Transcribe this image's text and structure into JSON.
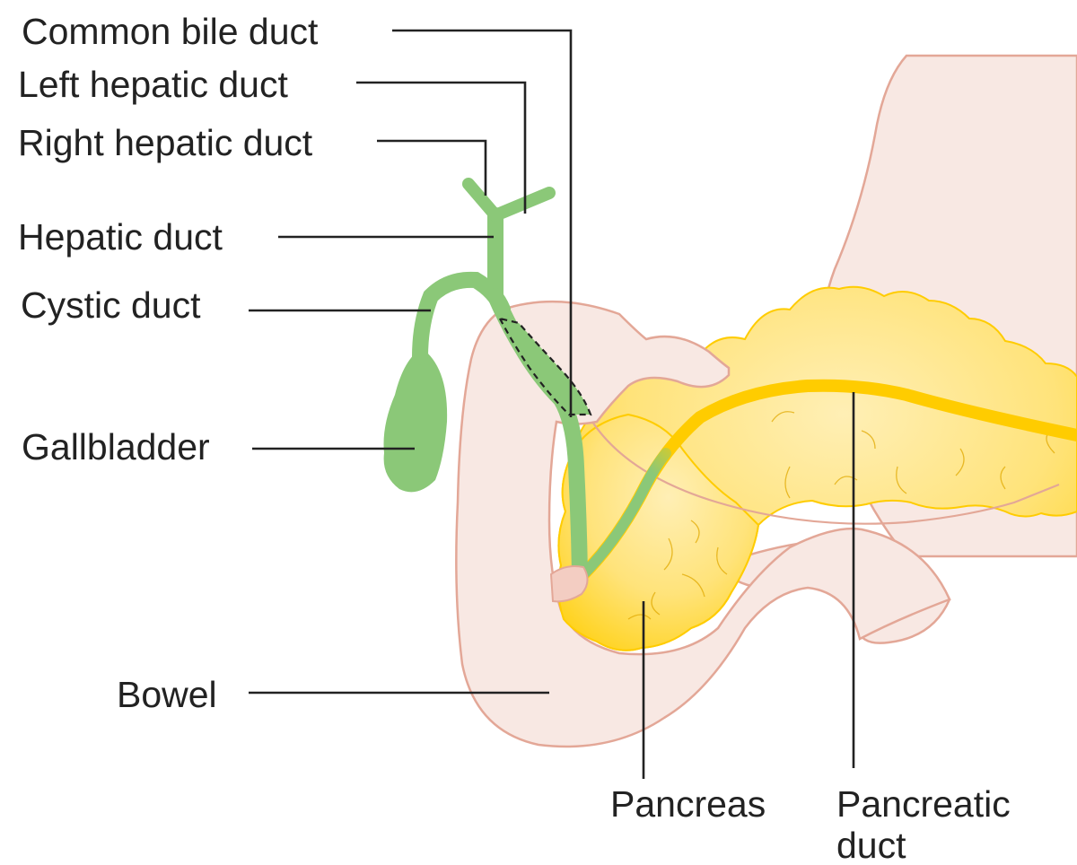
{
  "labels": {
    "common_bile_duct": "Common bile duct",
    "left_hepatic_duct": "Left hepatic duct",
    "right_hepatic_duct": "Right hepatic duct",
    "hepatic_duct": "Hepatic duct",
    "cystic_duct": "Cystic duct",
    "gallbladder": "Gallbladder",
    "bowel": "Bowel",
    "pancreas": "Pancreas",
    "pancreatic_duct_line1": "Pancreatic",
    "pancreatic_duct_line2": "duct"
  },
  "colors": {
    "bowel_fill": "#f8e8e3",
    "bowel_outline": "#e3a797",
    "pancreas_fill": "#ffd21a",
    "pancreas_light": "#ffe9a3",
    "duct_green": "#8bc878",
    "pancreatic_duct": "#ffcc00",
    "leader_line": "#222222",
    "text": "#222222"
  }
}
